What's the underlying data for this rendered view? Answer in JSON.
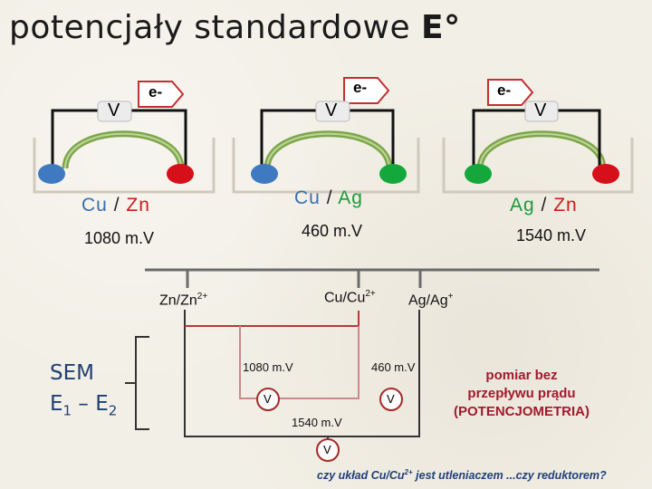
{
  "title": {
    "text": "potencjały standardowe",
    "bold": "E°"
  },
  "cells": [
    {
      "left": "Cu",
      "sep": "/",
      "right": "Zn",
      "voltage": "1080 m.V",
      "meter": "V",
      "electron": "e-"
    },
    {
      "left": "Cu",
      "sep": "/",
      "right": "Ag",
      "voltage": "460 m.V",
      "meter": "V",
      "electron": "e-"
    },
    {
      "left": "Ag",
      "sep": "/",
      "right": "Zn",
      "voltage": "1540 m.V",
      "meter": "V",
      "electron": "e-"
    }
  ],
  "scale": {
    "zn": "Zn/Zn",
    "zn_charge": "2+",
    "cu": "Cu/Cu",
    "cu_charge": "2+",
    "ag": "Ag/Ag",
    "ag_charge": "+"
  },
  "segments": {
    "left": "1080 m.V",
    "right": "460 m.V",
    "total": "1540 m.V",
    "meter": "V"
  },
  "sem": {
    "line1": "SEM",
    "e": "E",
    "sub1": "1",
    "dash": " – ",
    "e2": "E",
    "sub2": "2"
  },
  "note": {
    "line1": "pomiar bez",
    "line2": "przepływu prądu",
    "line3": "(POTENCJOMETRIA)"
  },
  "question": {
    "before": "czy  układ Cu/Cu",
    "charge": "2+",
    "after": " jest utleniaczem ...czy reduktorem?"
  },
  "colors": {
    "cu": "#3a6fb0",
    "zn": "#cc1b1b",
    "ag": "#1e9a3a",
    "bridge": "#7fa64b",
    "meter_border": "#a52a2a"
  }
}
